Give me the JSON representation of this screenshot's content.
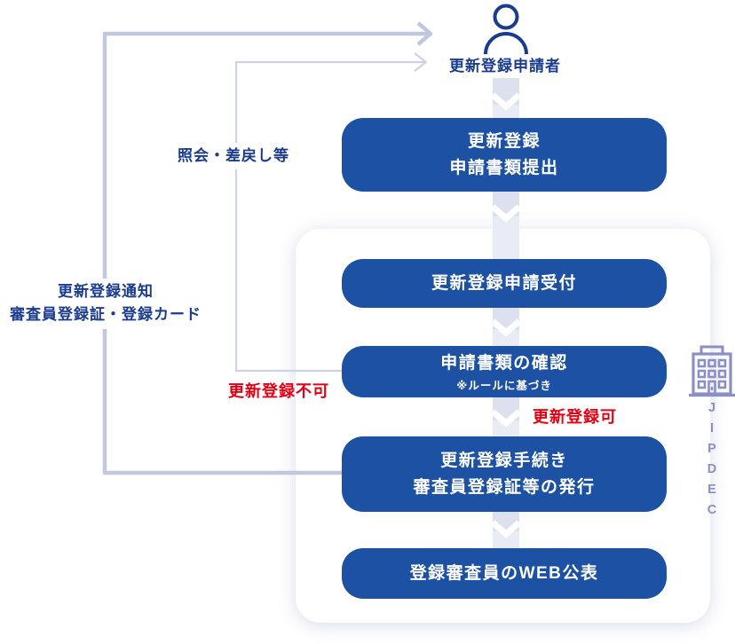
{
  "colors": {
    "box_blue": "#1c51a4",
    "navy_text": "#1b3c8e",
    "red": "#e60013",
    "ribbon": "#dde0ee",
    "ribbon_light": "#e9ecf5",
    "line_outer": "#c2c7e0",
    "line_inner": "#ced2e7",
    "org_purple": "#8a8fc7",
    "container_bg": "#ffffff"
  },
  "applicant": {
    "label": "更新登録申請者"
  },
  "flow_labels": {
    "inquiry_return": "照会・差戻し等",
    "notice_line1": "更新登録通知",
    "notice_line2": "審査員登録証・登録カード",
    "not_renewable": "更新登録不可",
    "renewable": "更新登録可"
  },
  "boxes": [
    {
      "line1": "更新登録",
      "line2": "申請書類提出"
    },
    {
      "line1": "更新登録申請受付"
    },
    {
      "line1": "申請書類の確認",
      "note": "※ルールに基づき"
    },
    {
      "line1": "更新登録手続き",
      "line2": "審査員登録証等の発行"
    },
    {
      "line1": "登録審査員のWEB公表"
    }
  ],
  "org": {
    "name": "JIPDEC"
  }
}
